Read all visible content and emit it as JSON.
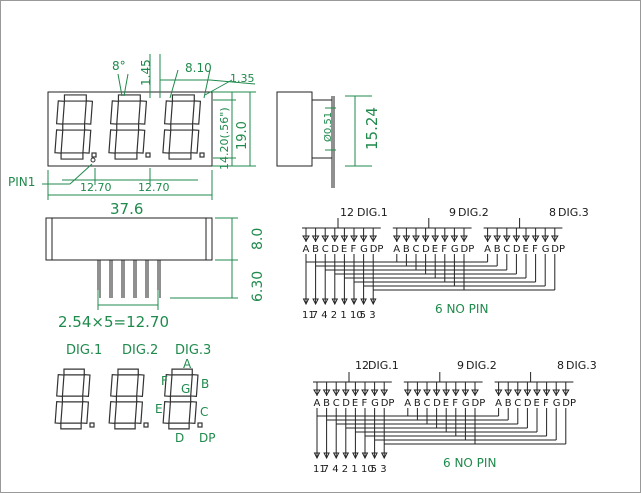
{
  "front_view": {
    "angle_label": "8°",
    "seg_width_label": "1.45",
    "digit_height_label": "8.10",
    "dp_label": "1.35",
    "char_height_label": "14.20(.56\")",
    "height_label": "19.0",
    "pin1_label": "PIN1",
    "pitch_label_1": "12.70",
    "pitch_label_2": "12.70",
    "width_label": "37.6"
  },
  "side_view": {
    "pin_dia_label": "Ø0.51",
    "row_spacing_label": "15.24"
  },
  "bottom_view": {
    "thickness_label": "8.0",
    "pin_length_label": "6.30",
    "pin_pitch_label": "2.54×5=12.70"
  },
  "legend": {
    "dig1": "DIG.1",
    "dig2": "DIG.2",
    "dig3": "DIG.3",
    "seg_a": "A",
    "seg_b": "B",
    "seg_c": "C",
    "seg_d": "D",
    "seg_e": "E",
    "seg_f": "F",
    "seg_g": "G",
    "seg_dp": "DP"
  },
  "schematic_top": {
    "dig1_pin": "12",
    "dig1": "DIG.1",
    "dig2_pin": "9",
    "dig2": "DIG.2",
    "dig3_pin": "8",
    "dig3": "DIG.3",
    "segments": [
      "A",
      "B",
      "C",
      "D",
      "E",
      "F",
      "G",
      "DP"
    ],
    "pin_numbers": [
      "11",
      "7",
      "4",
      "2",
      "1",
      "10",
      "5",
      "3"
    ],
    "note": "6  NO PIN"
  },
  "schematic_bottom": {
    "dig1_pin": "12",
    "dig1": "DIG.1",
    "dig2_pin": "9",
    "dig2": "DIG.2",
    "dig3_pin": "8",
    "dig3": "DIG.3",
    "segments": [
      "A",
      "B",
      "C",
      "D",
      "E",
      "F",
      "G",
      "DP"
    ],
    "pin_numbers": [
      "11",
      "7",
      "4",
      "2",
      "1",
      "10",
      "5",
      "3"
    ],
    "note": "6  NO PIN"
  },
  "colors": {
    "dimension": "#1f8a4c",
    "outline": "#222222"
  }
}
